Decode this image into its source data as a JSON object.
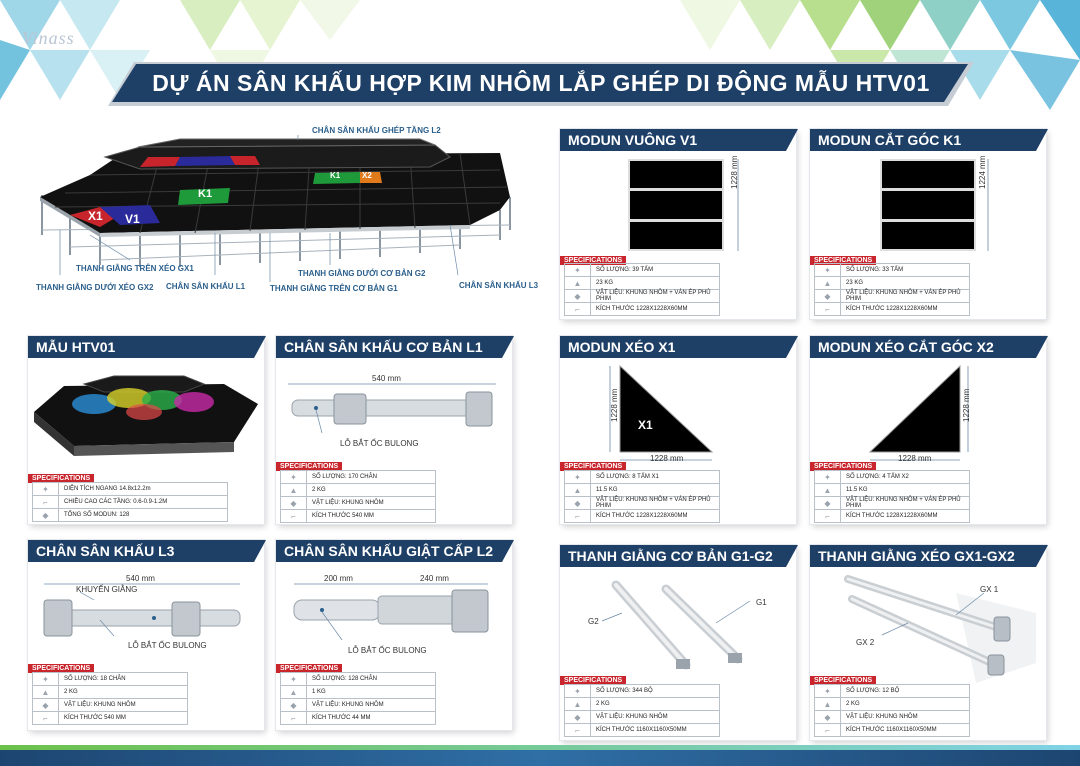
{
  "title": "DỰ ÁN SÂN KHẤU HỢP KIM NHÔM LẮP GHÉP DI ĐỘNG MẪU HTV01",
  "logo_text": "Vinass",
  "overview": {
    "labels": {
      "x1": "X1",
      "v1": "V1",
      "k1": "K1",
      "k1b": "K1",
      "x2": "X2",
      "chan_l2": "CHÂN SÂN KHẤU GHÉP TẦNG L2",
      "gx1": "THANH GIẰNG TRÊN XÉO GX1",
      "gx2": "THANH GIẰNG DƯỚI XÉO GX2",
      "l1": "CHÂN SÂN KHẤU L1",
      "g2": "THANH GIẰNG DƯỚI CƠ BẢN G2",
      "g1": "THANH GIẰNG TRÊN CƠ BẢN G1",
      "l3": "CHÂN SÂN KHẤU L3"
    }
  },
  "spec_label": "SPECIFICATIONS",
  "cards": {
    "v1": {
      "title": "MODUN VUÔNG V1",
      "dim": "1228 mm",
      "specs": [
        "SỐ LƯỢNG: 39 TẤM",
        "23 KG",
        "VẬT LIỆU: KHUNG NHÔM + VÁN ÉP PHỦ PHIM",
        "KÍCH THƯỚC 1228X1228X60MM"
      ]
    },
    "k1": {
      "title": "MODUN CẮT GÓC K1",
      "dim": "1224 mm",
      "specs": [
        "SỐ LƯỢNG: 33 TẤM",
        "23 KG",
        "VẬT LIỆU: KHUNG NHÔM + VÁN ÉP PHỦ PHIM",
        "KÍCH THƯỚC 1228X1228X60MM"
      ]
    },
    "htv01": {
      "title": "MẪU HTV01",
      "specs": [
        "DIỆN TÍCH NGANG 14.8x12.2m",
        "CHIỀU CAO CÁC TẦNG: 0.6-0.9-1.2M",
        "TỔNG SỐ MODUN: 128"
      ]
    },
    "l1": {
      "title": "CHÂN SÂN KHẤU CƠ BẢN L1",
      "dim": "540 mm",
      "note": "LỖ BẮT ỐC BULONG",
      "specs": [
        "SỐ LƯỢNG: 170 CHÂN",
        "2 KG",
        "VẬT LIỆU: KHUNG NHÔM",
        "KÍCH THƯỚC 540 MM"
      ]
    },
    "x1": {
      "title": "MODUN XÉO X1",
      "dim_v": "1228 mm",
      "dim_h": "1228 mm",
      "mark": "X1",
      "specs": [
        "SỐ LƯỢNG: 8 TẤM X1",
        "11.5 KG",
        "VẬT LIỆU: KHUNG NHÔM + VÁN ÉP PHỦ PHIM",
        "KÍCH THƯỚC 1228X1228X60MM"
      ]
    },
    "x2": {
      "title": "MODUN XÉO CẮT GÓC  X2",
      "dim_v": "1228 mm",
      "dim_h": "1228 mm",
      "specs": [
        "SỐ LƯỢNG: 4 TẤM X2",
        "11.5 KG",
        "VẬT LIỆU: KHUNG NHÔM + VÁN ÉP PHỦ PHIM",
        "KÍCH THƯỚC 1228X1228X60MM"
      ]
    },
    "l3": {
      "title": "CHÂN SÂN KHẤU  L3",
      "dim": "540 mm",
      "note1": "KHUYẾN GIẰNG",
      "note2": "LỖ BẮT ỐC BULONG",
      "specs": [
        "SỐ LƯỢNG: 18 CHÂN",
        "2 KG",
        "VẬT LIỆU: KHUNG NHÔM",
        "KÍCH THƯỚC 540 MM"
      ]
    },
    "l2": {
      "title": "CHÂN SÂN KHẤU GIẬT CẤP L2",
      "dim1": "200 mm",
      "dim2": "240 mm",
      "note": "LỖ BẮT ỐC BULONG",
      "specs": [
        "SỐ LƯỢNG: 128 CHÂN",
        "1 KG",
        "VẬT LIỆU: KHUNG NHÔM",
        "KÍCH THƯỚC 44 MM"
      ]
    },
    "g": {
      "title": "THANH GIẰNG CƠ BẢN G1-G2",
      "g1": "G1",
      "g2": "G2",
      "specs": [
        "SỐ LƯỢNG: 344 BỘ",
        "2 KG",
        "VẬT LIỆU: KHUNG NHÔM",
        "KÍCH THƯỚC 1160X1160X50MM"
      ]
    },
    "gx": {
      "title": "THANH GIẰNG XÉO GX1-GX2",
      "gx1": "GX 1",
      "gx2": "GX 2",
      "specs": [
        "SỐ LƯỢNG: 12 BỘ",
        "2 KG",
        "VẬT LIỆU: KHUNG NHÔM",
        "KÍCH THƯỚC 1160X1160X50MM"
      ]
    }
  }
}
